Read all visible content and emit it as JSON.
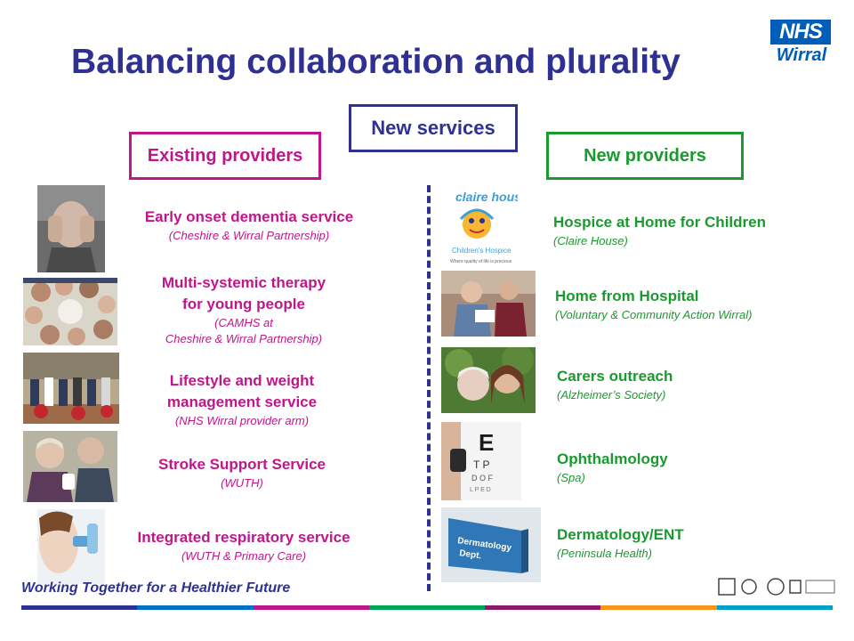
{
  "title": "Balancing collaboration and plurality",
  "logo": {
    "line1": "NHS",
    "line2": "Wirral"
  },
  "center_heading": "New services",
  "existing": {
    "heading": "Existing providers",
    "items": [
      {
        "lines": [
          "Early onset dementia service"
        ],
        "sub": [
          "(Cheshire & Wirral Partnership)"
        ],
        "photo": "elderly-woman-photo"
      },
      {
        "lines": [
          "Multi-systemic therapy",
          "for young people"
        ],
        "sub": [
          "(CAMHS at",
          "Cheshire & Wirral Partnership)"
        ],
        "photo": "young-people-circle-photo"
      },
      {
        "lines": [
          "Lifestyle and weight",
          "management service"
        ],
        "sub": [
          "(NHS Wirral provider arm)"
        ],
        "photo": "gym-group-photo"
      },
      {
        "lines": [
          "Stroke Support Service"
        ],
        "sub": [
          "(WUTH)"
        ],
        "photo": "elderly-couple-photo"
      },
      {
        "lines": [
          "Integrated respiratory service"
        ],
        "sub": [
          "(WUTH & Primary Care)"
        ],
        "photo": "inhaler-photo"
      }
    ]
  },
  "new_providers": {
    "heading": "New providers",
    "items": [
      {
        "title": "Hospice at Home for Children",
        "sub": "(Claire House)",
        "photo": "claire-house-logo"
      },
      {
        "title": "Home from Hospital",
        "sub": "(Voluntary & Community Action Wirral)",
        "photo": "home-visit-photo"
      },
      {
        "title": "Carers outreach",
        "sub": "(Alzheimer’s Society)",
        "photo": "carer-photo"
      },
      {
        "title": "Ophthalmology",
        "sub": "(Spa)",
        "photo": "eye-chart-photo"
      },
      {
        "title": "Dermatology/ENT",
        "sub": "(Peninsula Health)",
        "photo": "dermatology-sign-photo"
      }
    ]
  },
  "claire_house_logo": {
    "top": "claire house",
    "bottom": "Children's Hospice",
    "tag": "Where quality of life is precious"
  },
  "dermatology_sign": {
    "line1": "Dermatology",
    "line2": "Dept."
  },
  "footer": {
    "text": "Working Together for a Healthier Future",
    "stripe_colors": [
      "#2e3192",
      "#0072c6",
      "#c0168b",
      "#00a651",
      "#8b1a6b",
      "#f7941d",
      "#00a0c6"
    ]
  },
  "colors": {
    "title": "#2e3192",
    "existing": "#c0168b",
    "new": "#1a9a2e"
  }
}
